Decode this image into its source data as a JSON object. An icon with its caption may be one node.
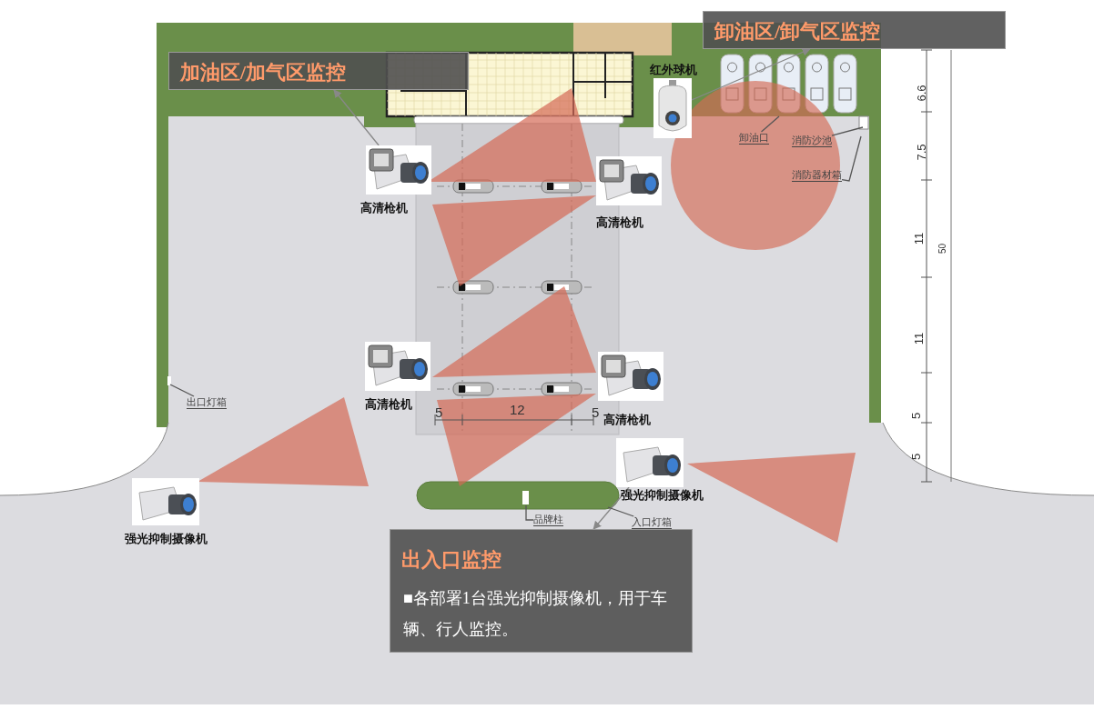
{
  "diagram": {
    "nodes": [
      {
        "text": [
          "加油区/加气区监控"
        ]
      },
      {
        "text": [
          "卸油区/卸气区监控"
        ]
      },
      {
        "text": [
          "红外球机"
        ]
      },
      {
        "text": [
          "高清枪机"
        ]
      },
      {
        "text": [
          "高清枪机"
        ]
      },
      {
        "text": [
          "高清枪机"
        ]
      },
      {
        "text": [
          "高清枪机"
        ]
      },
      {
        "text": [
          "强光抑制摄像机"
        ]
      },
      {
        "text": [
          "强光抑制摄像机"
        ]
      },
      {
        "text": [
          "出入口监控",
          "■各部署1台强光抑制摄像机，用于车辆、行人监控。"
        ]
      },
      {
        "text": [
          "卸油口"
        ]
      },
      {
        "text": [
          "消防沙池"
        ]
      },
      {
        "text": [
          "消防器材箱"
        ]
      },
      {
        "text": [
          "出口灯箱"
        ]
      },
      {
        "text": [
          "入口灯箱"
        ]
      },
      {
        "text": [
          "品牌柱"
        ]
      }
    ],
    "edges": [
      {
        "from": 3,
        "to": 0,
        "arrow": "to"
      },
      {
        "from": 2,
        "to": 1,
        "arrow": "to"
      },
      {
        "from": 8,
        "to": 9,
        "arrow": "to"
      },
      {
        "from": 10,
        "to": null,
        "arrow": "none"
      },
      {
        "from": 11,
        "to": null,
        "arrow": "none"
      },
      {
        "from": 12,
        "to": null,
        "arrow": "none"
      },
      {
        "from": 13,
        "to": null,
        "arrow": "none"
      },
      {
        "from": 14,
        "to": null,
        "arrow": "none"
      },
      {
        "from": 15,
        "to": null,
        "arrow": "none"
      }
    ],
    "labels": [
      "6.6",
      "7.5",
      "11",
      "50",
      "11",
      "5",
      "5",
      "5",
      "12",
      "5"
    ]
  }
}
